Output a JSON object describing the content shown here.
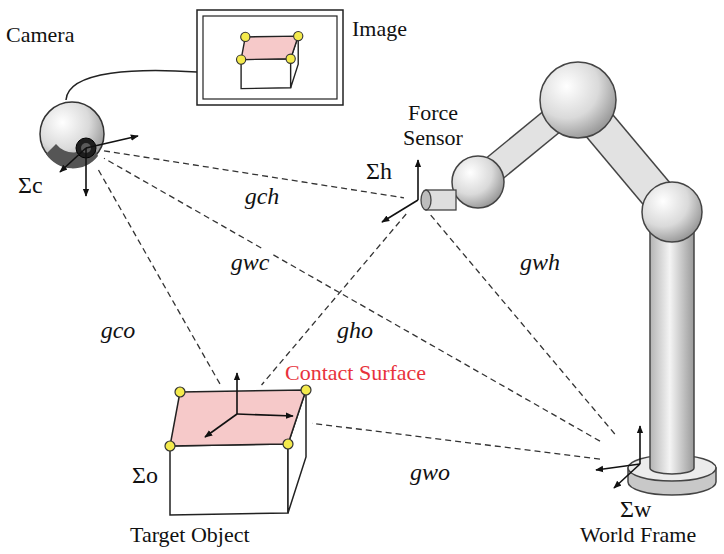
{
  "diagram": {
    "nodes": [
      {
        "text": [
          "Image"
        ]
      },
      {
        "text": [
          "Camera",
          "Σc"
        ]
      },
      {
        "text": [
          "Force Sensor",
          "Σh"
        ]
      },
      {
        "text": [
          "Σo",
          "Target Object"
        ]
      },
      {
        "text": [
          "Σw",
          "World Frame"
        ]
      }
    ],
    "edges": [
      {
        "from": 1,
        "to": 2,
        "arrow": "none",
        "label": "gch"
      },
      {
        "from": 4,
        "to": 1,
        "arrow": "none",
        "label": "gwc"
      },
      {
        "from": 4,
        "to": 2,
        "arrow": "none",
        "label": "gwh"
      },
      {
        "from": 1,
        "to": 3,
        "arrow": "none",
        "label": "gco"
      },
      {
        "from": 2,
        "to": 3,
        "arrow": "none",
        "label": "gho"
      },
      {
        "from": 4,
        "to": 3,
        "arrow": "none",
        "label": "gwo"
      }
    ],
    "labels": [
      "Contact Surface"
    ]
  }
}
